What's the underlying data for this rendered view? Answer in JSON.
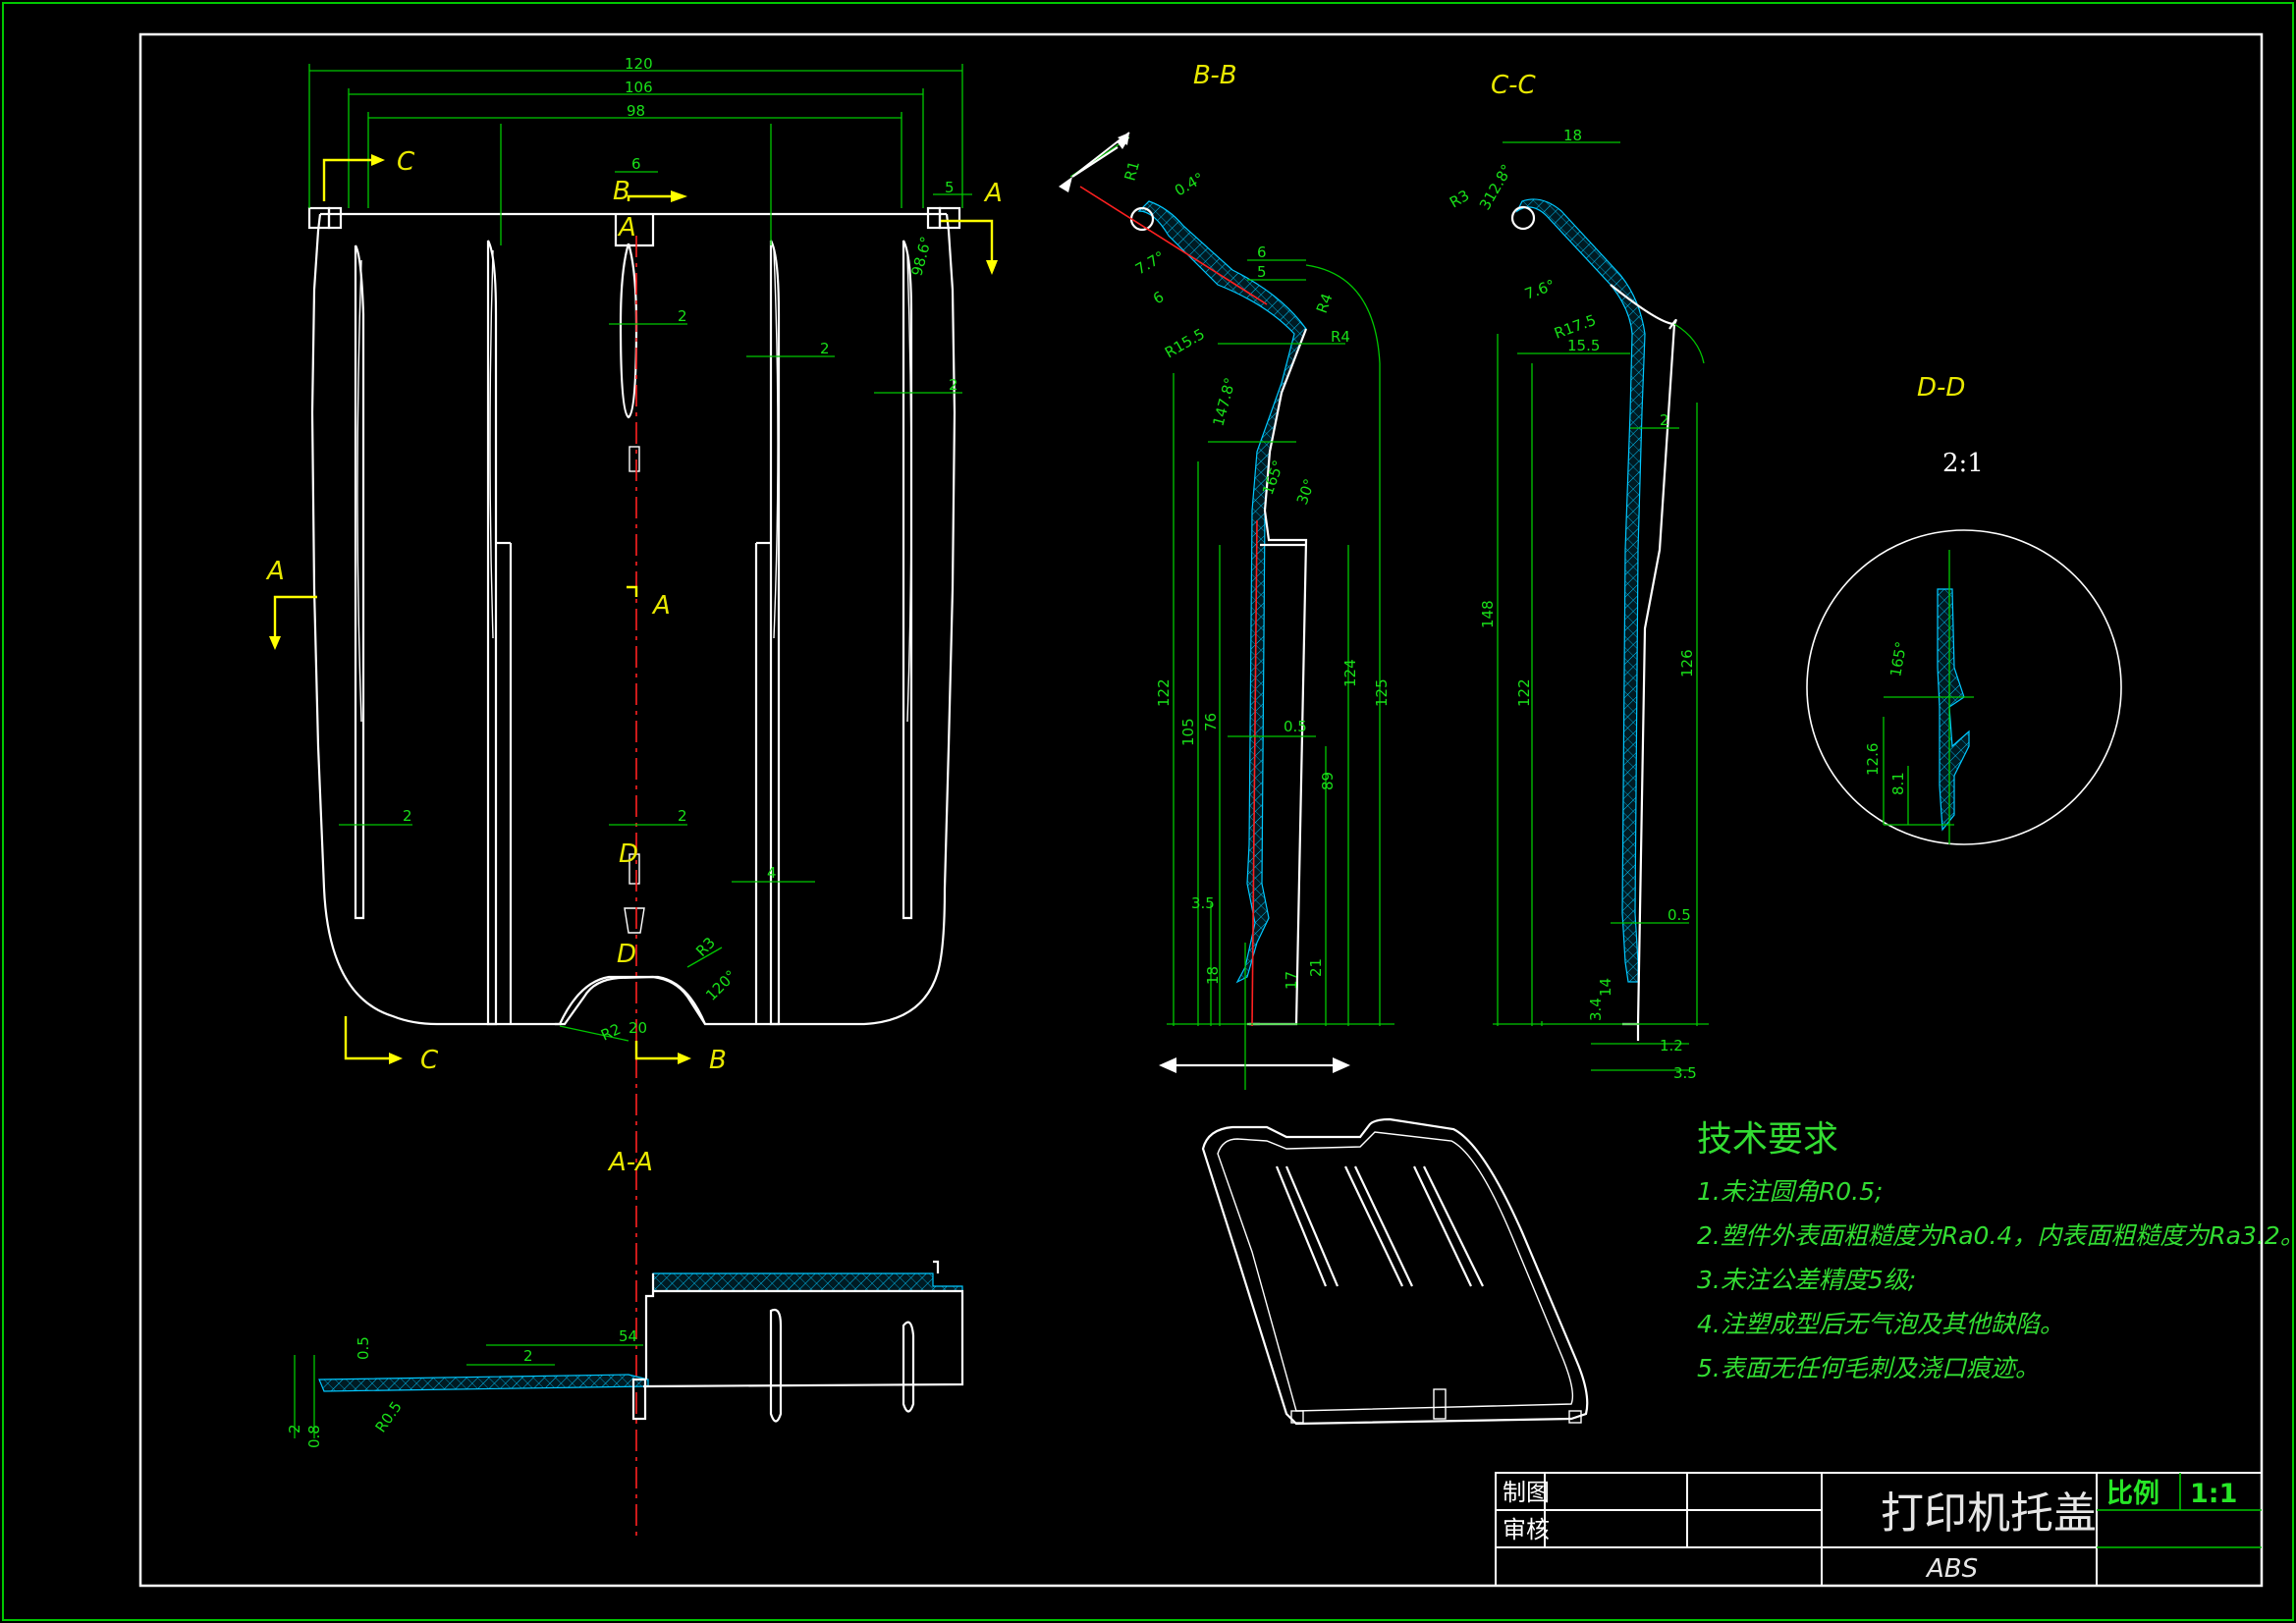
{
  "views": {
    "bb_label": "B-B",
    "cc_label": "C-C",
    "dd_label": "D-D",
    "dd_scale": "2:1",
    "aa_label": "A-A",
    "section_letters": [
      "A",
      "B",
      "C",
      "D"
    ]
  },
  "dimensions": {
    "top_120": "120",
    "top_106": "106",
    "top_98": "98",
    "d6": "6",
    "d5": "5",
    "d2": "2",
    "d4": "4",
    "ang_98_6": "98.6°",
    "r3": "R3",
    "r2": "R2",
    "ang_120": "120°",
    "d20": "20",
    "bb_r1": "R1",
    "bb_04": "0.4°",
    "bb_7_7": "7.7°",
    "bb_6": "6",
    "bb_5": "5",
    "bb_r4": "R4",
    "bb_r15": "R15.5",
    "bb_147": "147.8°",
    "bb_165": "165°",
    "bb_30": "30°",
    "bb_122": "122",
    "bb_105": "105",
    "bb_76": "76",
    "bb_124": "124",
    "bb_125": "125",
    "bb_89": "89",
    "bb_05": "0.5",
    "bb_3_5": "3.5",
    "bb_18": "18",
    "bb_17": "17",
    "bb_21": "21",
    "cc_18": "18",
    "cc_15_5": "15.5",
    "cc_148": "148",
    "cc_122": "122",
    "cc_126": "126",
    "cc_14": "14",
    "cc_3_4": "3.4",
    "cc_1_2": "1.2",
    "cc_3_5": "3.5",
    "cc_0_5": "0.5",
    "cc_r17": "R17.5",
    "cc_7_6": "7.6°",
    "cc_r3": "R3",
    "cc_312": "312.8°",
    "dd_165": "165°",
    "dd_12_6": "12.6",
    "dd_8_1": "8.1",
    "aa_54": "54",
    "aa_05": "0.5",
    "aa_2": "2",
    "aa_08": "0.8",
    "aa_r05": "R0.5"
  },
  "notes": {
    "title": "技术要求",
    "items": [
      "1.未注圆角R0.5;",
      "2.塑件外表面粗糙度为Ra0.4，内表面粗糙度为Ra3.2。",
      "3.未注公差精度5级;",
      "4.注塑成型后无气泡及其他缺陷。",
      "5.表面无任何毛刺及浇口痕迹。"
    ]
  },
  "title_block": {
    "drawn_label": "制图",
    "review_label": "审核",
    "part_name": "打印机托盖",
    "material": "ABS",
    "scale_label": "比例",
    "scale_value": "1:1"
  },
  "colors": {
    "background": "#000000",
    "outline": "#ffffff",
    "dimension": "#00c800",
    "section_marker": "#ffff00",
    "centerline": "#ff2020",
    "hatch": "#00c8ff"
  }
}
